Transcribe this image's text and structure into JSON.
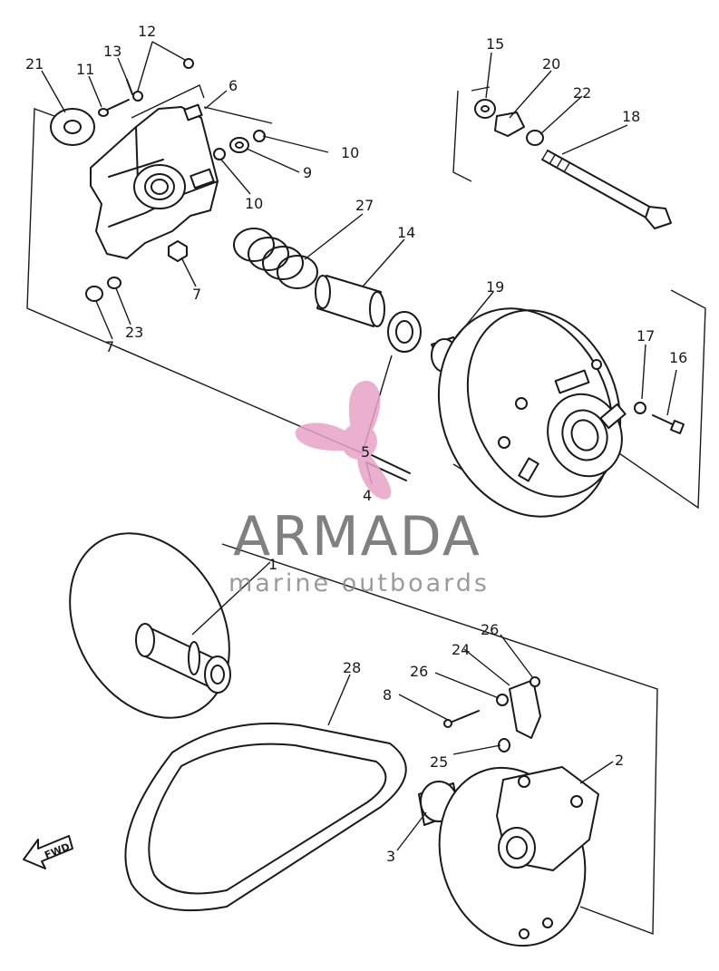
{
  "colors": {
    "line": "#1a1a1a",
    "logo_pink": "#e8a3c8",
    "logo_text": "#6b6b6b"
  },
  "watermark": {
    "brand": "ARMADA",
    "tagline": "marine outboards"
  },
  "direction_marker": {
    "label": "FWD"
  },
  "part_numbers": [
    "21",
    "11",
    "13",
    "12",
    "6",
    "10",
    "9",
    "10",
    "27",
    "14",
    "7",
    "23",
    "7",
    "19",
    "5",
    "4",
    "15",
    "20",
    "22",
    "18",
    "17",
    "16",
    "1",
    "28",
    "8",
    "26",
    "24",
    "26",
    "25",
    "2",
    "3"
  ]
}
